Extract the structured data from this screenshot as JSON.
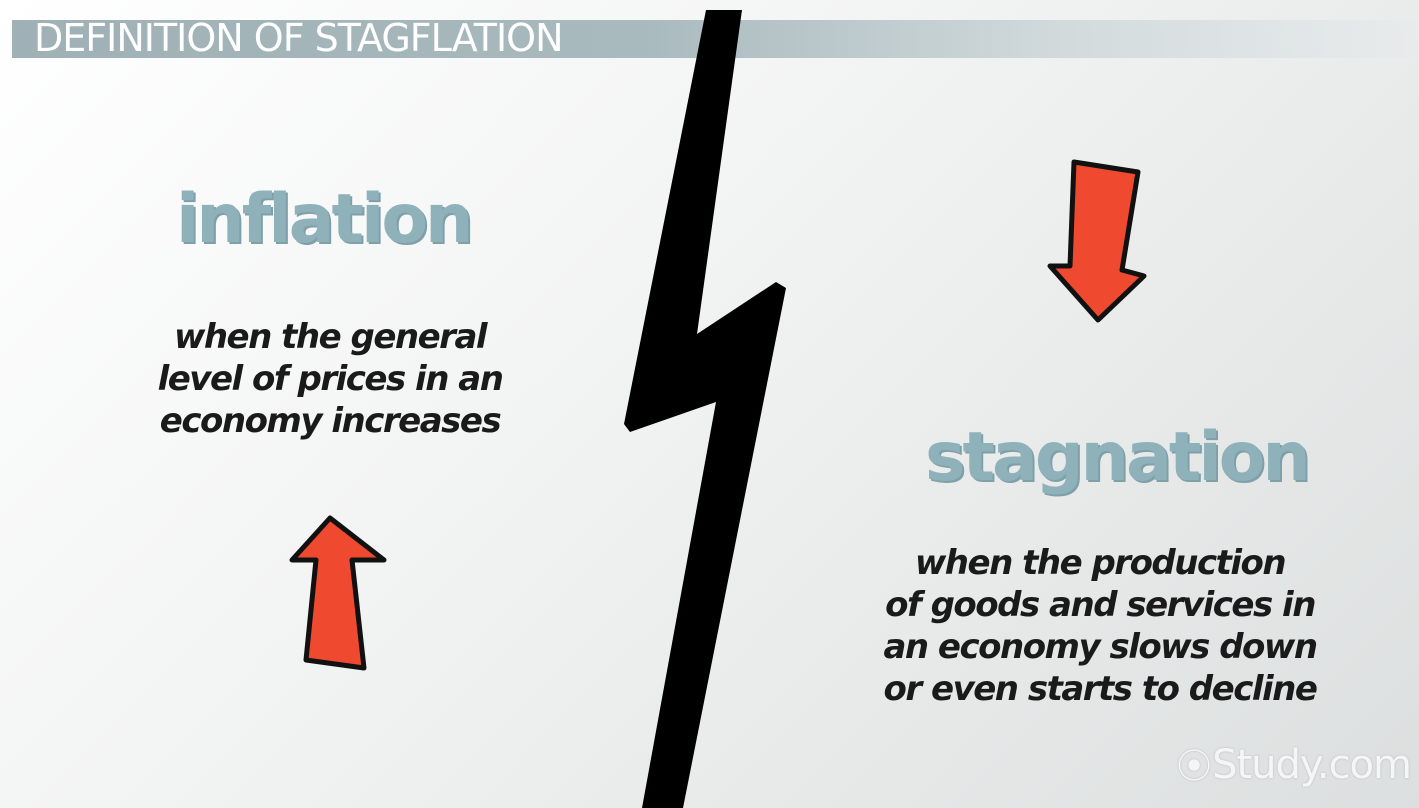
{
  "slide": {
    "title": "DEFINITION OF STAGFLATION",
    "left_panel": {
      "term": "inflation",
      "definition_lines": [
        "when the general",
        "level of prices in an",
        "economy increases"
      ],
      "arrow": "arrow-up-icon"
    },
    "right_panel": {
      "term": "stagnation",
      "definition_lines": [
        "when the production",
        "of goods and services in",
        "an economy slows down",
        "or even starts to decline"
      ],
      "arrow": "arrow-down-icon"
    },
    "divider": "lightning-bolt-divider",
    "watermark": "Study.com",
    "watermark_icon": "study-logo-icon"
  },
  "colors": {
    "arrow_fill": "#ef4a2f",
    "term_color": "#8fb1ba",
    "title_bar": "#a3b5ba",
    "bolt": "#000000"
  }
}
